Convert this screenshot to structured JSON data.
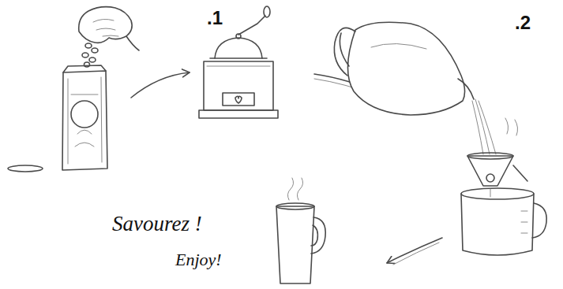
{
  "diagram": {
    "labels": [
      ".1",
      ".2",
      "Savourez !",
      "Enjoy!"
    ]
  }
}
